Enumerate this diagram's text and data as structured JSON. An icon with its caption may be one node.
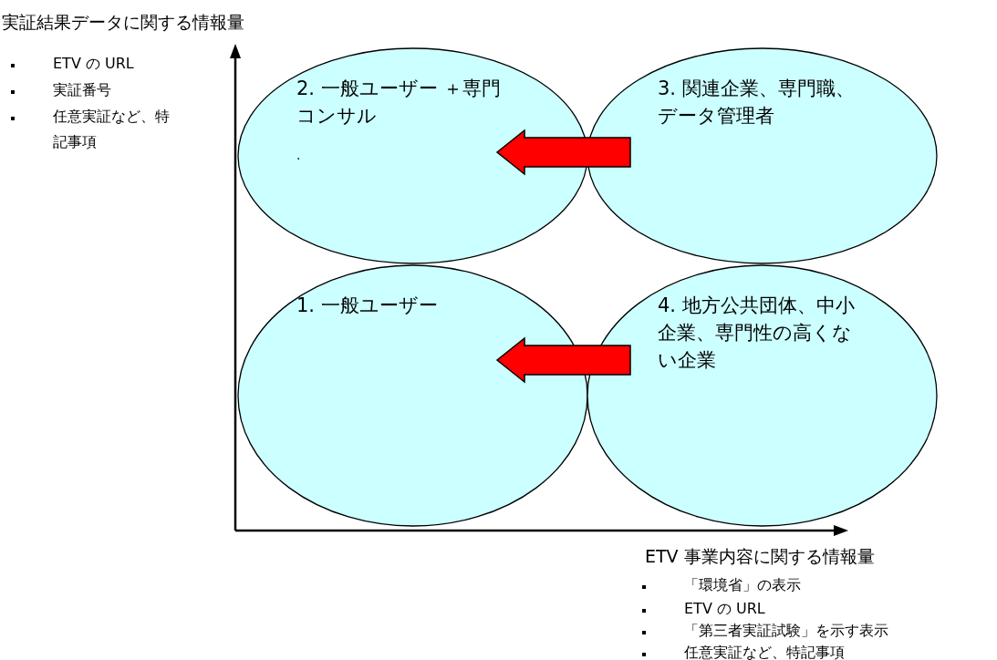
{
  "diagram": {
    "nodes": [
      {
        "text": [
          "2. 一般ユーザー ＋専門コンサル",
          "."
        ]
      },
      {
        "text": [
          "3. 関連企業、専門職、データ管理者"
        ]
      },
      {
        "text": [
          "1. 一般ユーザー"
        ]
      },
      {
        "text": [
          "4. 地方公共団体、中小企業、専門性の高くない企業"
        ]
      }
    ],
    "edges": [
      {
        "from": 1,
        "to": 0,
        "arrow": "to",
        "style": "thick",
        "color": "#ff0000"
      },
      {
        "from": 3,
        "to": 2,
        "arrow": "to",
        "style": "thick",
        "color": "#ff0000"
      }
    ],
    "labels": [
      "実証結果データに関する情報量",
      "ETV の URL",
      "実証番号",
      "任意実証など、特記事項",
      "ETV 事業内容に関する情報量",
      "「環境省」の表示",
      "ETV の URL",
      "「第三者実証試験」を示す表示",
      "任意実証など、特記事項"
    ]
  }
}
